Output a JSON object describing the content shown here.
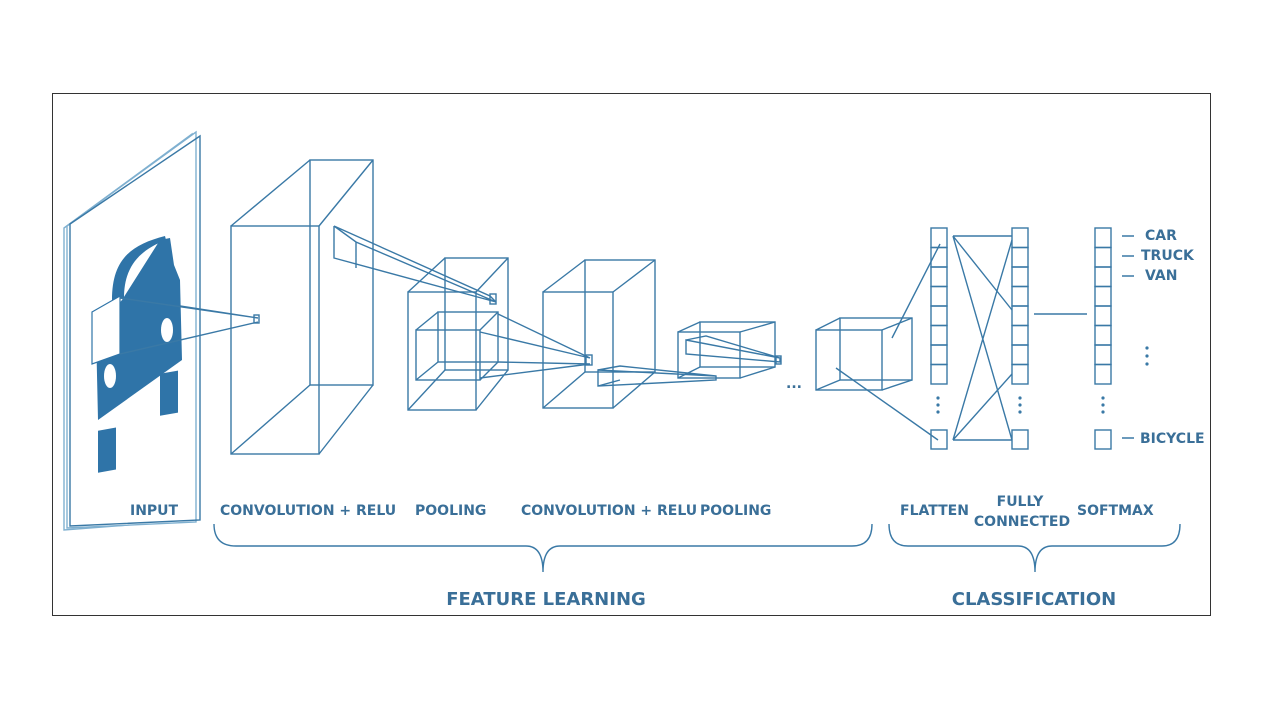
{
  "colors": {
    "accent": "#2f74a8",
    "label": "#3a6f98"
  },
  "stages": {
    "input": "INPUT",
    "conv1": "CONVOLUTION + RELU",
    "pool1": "POOLING",
    "conv2": "CONVOLUTION + RELU",
    "pool2": "POOLING",
    "flatten": "FLATTEN",
    "fc_line1": "FULLY",
    "fc_line2": "CONNECTED",
    "softmax": "SOFTMAX",
    "ellipsis": "..."
  },
  "groups": {
    "feature_learning": "FEATURE LEARNING",
    "classification": "CLASSIFICATION"
  },
  "outputs": [
    "CAR",
    "TRUCK",
    "VAN",
    "BICYCLE"
  ]
}
